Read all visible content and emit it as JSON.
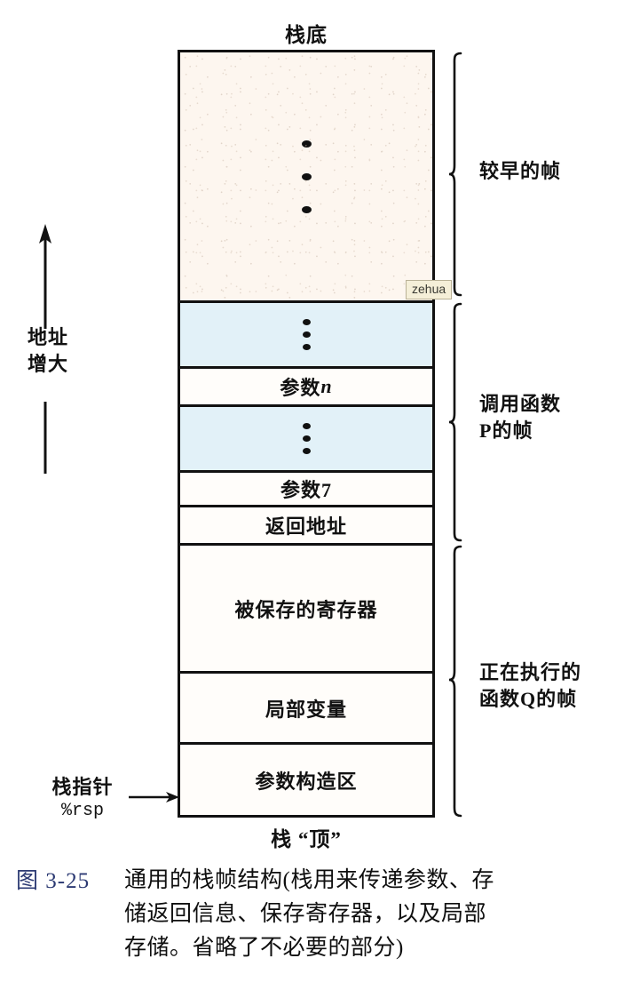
{
  "figure": {
    "stack_bottom_label": "栈底",
    "stack_top_label": "栈 “顶”",
    "watermark": "zehua",
    "address_arrow_label_line1": "地址",
    "address_arrow_label_line2": "增大",
    "stack_pointer_label": "栈指针",
    "stack_pointer_register": "%rsp",
    "cells": [
      {
        "name": "earlier-frames",
        "text": "",
        "dots": true,
        "fill": "cream"
      },
      {
        "name": "dots-upper-args",
        "text": "",
        "dots": true,
        "fill": "blue"
      },
      {
        "name": "argument-n",
        "text": "参数",
        "italic_suffix": "n",
        "dots": false,
        "fill": "plain"
      },
      {
        "name": "dots-lower-args",
        "text": "",
        "dots": true,
        "fill": "blue"
      },
      {
        "name": "argument-7",
        "text": "参数7",
        "dots": false,
        "fill": "plain"
      },
      {
        "name": "return-address",
        "text": "返回地址",
        "dots": false,
        "fill": "plain"
      },
      {
        "name": "saved-registers",
        "text": "被保存的寄存器",
        "dots": false,
        "fill": "plain"
      },
      {
        "name": "local-variables",
        "text": "局部变量",
        "dots": false,
        "fill": "plain"
      },
      {
        "name": "argument-build-area",
        "text": "参数构造区",
        "dots": false,
        "fill": "plain"
      }
    ],
    "braces": [
      {
        "name": "earlier-frames-brace",
        "label": "较早的帧"
      },
      {
        "name": "caller-frame-brace",
        "label_line1": "调用函数",
        "label_line2": "P的帧"
      },
      {
        "name": "current-frame-brace",
        "label_line1": "正在执行的",
        "label_line2": "函数Q的帧"
      }
    ]
  },
  "caption": {
    "number": "图 3-25",
    "line1": "通用的栈帧结构(栈用来传递参数、存",
    "line2": "储返回信息、保存寄存器，以及局部",
    "line3": "存储。省略了不必要的部分)"
  },
  "colors": {
    "caption_number": "#2c3a73",
    "cell_blue": "#e2f1f8",
    "cell_cream": "#fdf6ef",
    "ink": "#111111",
    "watermark_bg": "#f5efd8"
  }
}
